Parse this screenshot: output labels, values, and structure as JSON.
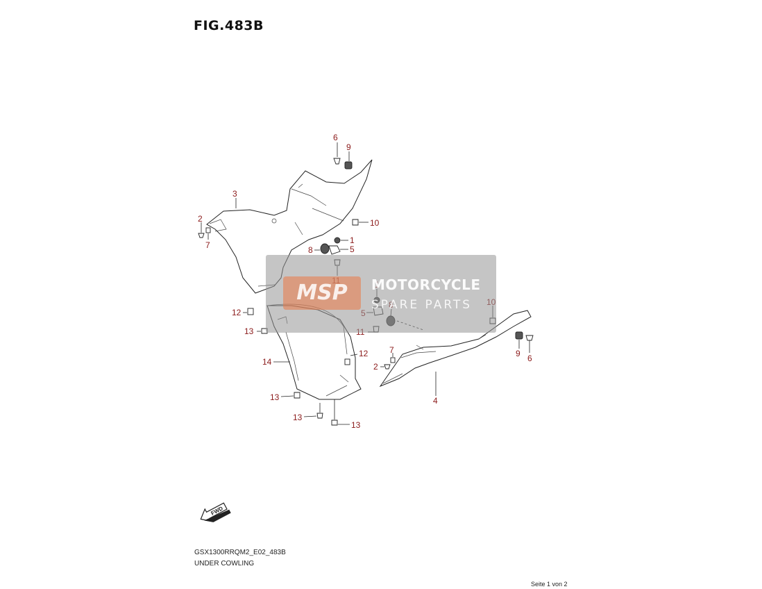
{
  "figure": {
    "title": "FIG.483B",
    "model_code": "GSX1300RRQM2_E02_483B",
    "name": "UNDER COWLING",
    "page": "Seite 1 von 2"
  },
  "watermark": {
    "logo": "MSP",
    "line1": "MOTORCYCLE",
    "line2": "SPARE PARTS"
  },
  "fwd_label": "FWD",
  "callouts": {
    "c1": "1",
    "c2": "2",
    "c3": "3",
    "c4": "4",
    "c5": "5",
    "c6": "6",
    "c7": "7",
    "c8": "8",
    "c9": "9",
    "c10": "10",
    "c11": "11",
    "c12": "12",
    "c13": "13",
    "c14": "14"
  },
  "colors": {
    "callout": "#8b1a1a",
    "line": "#222222"
  }
}
